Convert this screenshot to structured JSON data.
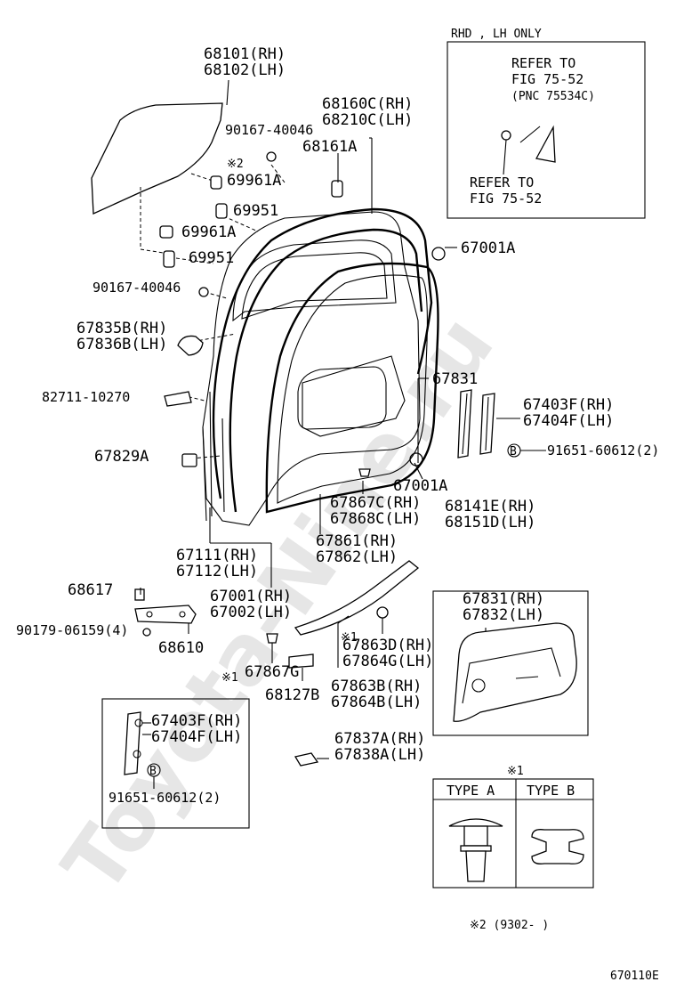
{
  "watermark": "Toyota-Nine.ru",
  "labels": {
    "l68101": "68101(RH)",
    "l68102": "68102(LH)",
    "l68160": "68160C(RH)",
    "l68210": "68210C(LH)",
    "l90167a": "90167-40046",
    "l68161": "68161A",
    "lnote2": "※2",
    "l69961a1": "69961A",
    "l69951a": "69951",
    "l69961a2": "69961A",
    "l69951b": "69951",
    "l67001a_top": "67001A",
    "l90167b": "90167-40046",
    "l67835": "67835B(RH)",
    "l67836": "67836B(LH)",
    "l82711": "82711-10270",
    "l67831": "67831",
    "l67403a": "67403F(RH)",
    "l67404a": "67404F(LH)",
    "l91651a": "91651-60612(2)",
    "l67829": "67829A",
    "l67001a_mid": "67001A",
    "l67867c": "67867C(RH)",
    "l67868c": "67868C(LH)",
    "l68141": "68141E(RH)",
    "l68151": "68151D(LH)",
    "l67861": "67861(RH)",
    "l67862": "67862(LH)",
    "l67111": "67111(RH)",
    "l67112": "67112(LH)",
    "l68617": "68617",
    "l67001": "67001(RH)",
    "l67002": "67002(LH)",
    "l90179": "90179-06159(4)",
    "l68610": "68610",
    "l67863d": "67863D(RH)",
    "l67864g": "67864G(LH)",
    "lnote1a": "※1",
    "lnote1b": "※1",
    "l67867g": "67867G",
    "l68127": "68127B",
    "l67863b": "67863B(RH)",
    "l67864b": "67864B(LH)",
    "l67837": "67837A(RH)",
    "l67838": "67838A(LH)",
    "l67831rh": "67831(RH)",
    "l67832lh": "67832(LH)",
    "l67403b": "67403F(RH)",
    "l67404b": "67404F(LH)",
    "l91651b": "91651-60612(2)",
    "circleB": "B",
    "footnote": "※2 (9302-      )",
    "figure_code": "670110E"
  },
  "inset_rhd": {
    "header": "RHD , LH ONLY",
    "refer1_line1": "REFER TO",
    "refer1_line2": "FIG 75-52",
    "refer1_line3": "(PNC 75534C)",
    "refer2_line1": "REFER TO",
    "refer2_line2": "FIG 75-52"
  },
  "type_table": {
    "note": "※1",
    "type_a": "TYPE  A",
    "type_b": "TYPE  B"
  }
}
